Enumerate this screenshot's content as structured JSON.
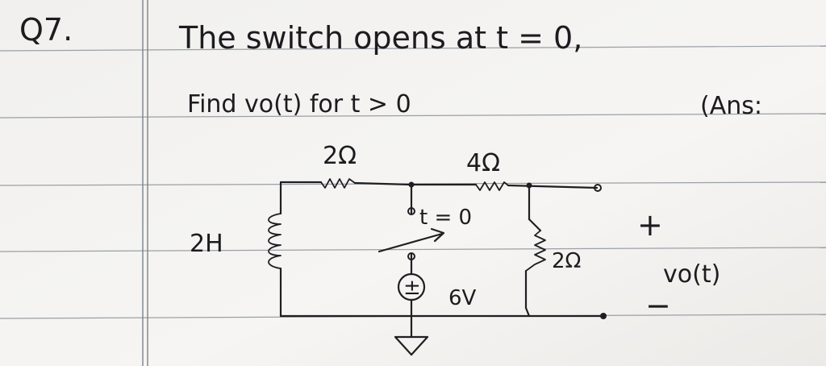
{
  "question": {
    "number": "Q7.",
    "line1": "The switch opens at t = 0,",
    "line2": "Find vo(t) for t > 0",
    "answer_prefix": "(Ans:"
  },
  "circuit": {
    "resistor_left": "2Ω",
    "resistor_top_right": "4Ω",
    "resistor_right": "2Ω",
    "inductor": "2H",
    "switch_label": "t = 0",
    "source_label": "6V",
    "source_symbol": "±",
    "output_plus": "+",
    "output_minus": "−",
    "output_label": "vo(t)"
  },
  "colors": {
    "ink": "#1f1f23",
    "paper": "#f4f3f1",
    "rule_line": "#9aa0a6"
  }
}
